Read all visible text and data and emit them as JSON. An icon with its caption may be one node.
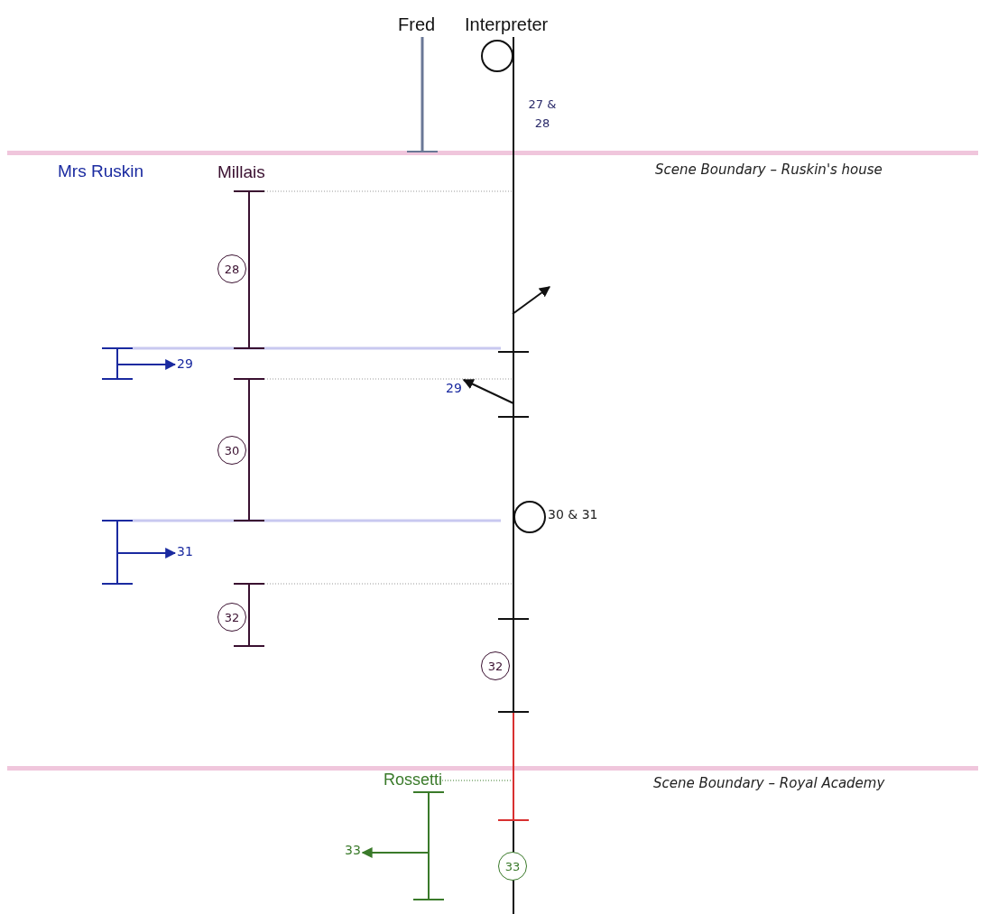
{
  "diagram": {
    "nodes": [
      {
        "text": [],
        "shape": "circle"
      },
      {
        "text": [
          "28"
        ]
      },
      {
        "text": [
          "29"
        ]
      },
      {
        "text": [
          "29"
        ]
      },
      {
        "text": [
          "30"
        ]
      },
      {
        "text": [],
        "shape": "circle",
        "beside": [
          "30 & 31"
        ]
      },
      {
        "text": [
          "31"
        ]
      },
      {
        "text": [
          "32"
        ]
      },
      {
        "text": [
          "32"
        ]
      },
      {
        "text": [
          "33"
        ]
      },
      {
        "text": [
          "33"
        ]
      }
    ],
    "edges": [
      {
        "from": null,
        "to": 2,
        "arrow": "to",
        "color": "#1a2aa0"
      },
      {
        "from": null,
        "to": 3,
        "arrow": "to",
        "color": "#111111"
      },
      {
        "from": null,
        "to": 6,
        "arrow": "to",
        "color": "#1a2aa0"
      },
      {
        "from": null,
        "to": 9,
        "arrow": "to",
        "color": "#3a7a2a"
      }
    ],
    "labels": [
      "Fred",
      "Interpreter",
      "27 & 28",
      "Mrs Ruskin",
      "Millais",
      "Scene Boundary – Ruskin's house",
      "Rossetti",
      "Scene Boundary – Royal Academy"
    ]
  }
}
